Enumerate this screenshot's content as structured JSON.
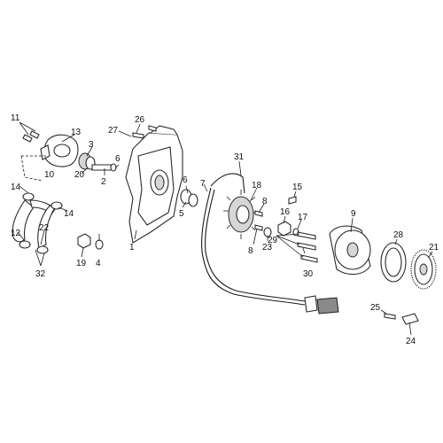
{
  "callouts": [
    {
      "id": "c1",
      "text": "1"
    },
    {
      "id": "c2",
      "text": "2"
    },
    {
      "id": "c3",
      "text": "3"
    },
    {
      "id": "c4",
      "text": "4"
    },
    {
      "id": "c5",
      "text": "5"
    },
    {
      "id": "c6a",
      "text": "6"
    },
    {
      "id": "c6b",
      "text": "6"
    },
    {
      "id": "c7",
      "text": "7"
    },
    {
      "id": "c8a",
      "text": "8"
    },
    {
      "id": "c8b",
      "text": "8"
    },
    {
      "id": "c9",
      "text": "9"
    },
    {
      "id": "c10",
      "text": "10"
    },
    {
      "id": "c11",
      "text": "11"
    },
    {
      "id": "c12",
      "text": "12"
    },
    {
      "id": "c13",
      "text": "13"
    },
    {
      "id": "c14a",
      "text": "14"
    },
    {
      "id": "c14b",
      "text": "14"
    },
    {
      "id": "c15",
      "text": "15"
    },
    {
      "id": "c16",
      "text": "16"
    },
    {
      "id": "c17",
      "text": "17"
    },
    {
      "id": "c18",
      "text": "18"
    },
    {
      "id": "c19",
      "text": "19"
    },
    {
      "id": "c20",
      "text": "20"
    },
    {
      "id": "c21",
      "text": "21"
    },
    {
      "id": "c22",
      "text": "22"
    },
    {
      "id": "c23",
      "text": "23"
    },
    {
      "id": "c24",
      "text": "24"
    },
    {
      "id": "c25",
      "text": "25"
    },
    {
      "id": "c26",
      "text": "26"
    },
    {
      "id": "c27",
      "text": "27"
    },
    {
      "id": "c28",
      "text": "28"
    },
    {
      "id": "c29",
      "text": "29"
    },
    {
      "id": "c30",
      "text": "30"
    },
    {
      "id": "c31",
      "text": "31"
    },
    {
      "id": "c32",
      "text": "32"
    }
  ],
  "colors": {
    "background": "#ffffff",
    "line": "#2a2a2a",
    "shade": "#d6d6d6"
  }
}
